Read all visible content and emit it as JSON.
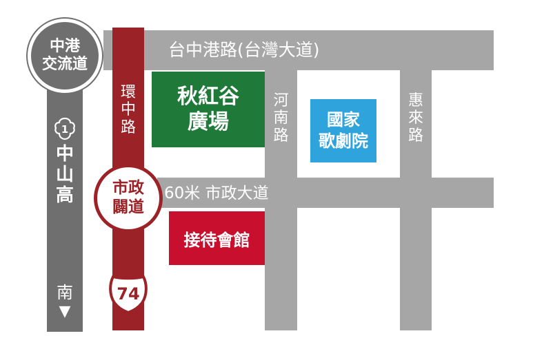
{
  "colors": {
    "road_gray": "#a6a6a6",
    "highway_dark": "#6f6f6f",
    "huanzhong_red": "#9b2226",
    "autumn_plaza_green": "#1f7a3a",
    "opera_blue": "#2fa3dc",
    "reception_red": "#c8102e"
  },
  "roads": {
    "taichung_port_road": "台中港路(台灣大道)",
    "huanzhong_road": [
      "環",
      "中",
      "路"
    ],
    "shizheng_avenue": "60米 市政大道",
    "he_nan_road": [
      "河",
      "南",
      "路"
    ],
    "hui_lai_road": [
      "惠",
      "來",
      "路"
    ],
    "zhongshan_freeway": [
      "中",
      "山",
      "高"
    ]
  },
  "landmarks": {
    "autumn_red_valley": [
      "秋紅谷",
      "廣場"
    ],
    "national_opera": [
      "國家",
      "歌劇院"
    ],
    "reception_hall": "接待會館"
  },
  "interchanges": {
    "port_interchange": [
      "中港",
      "交流道"
    ],
    "shizheng_exit": [
      "市政",
      "闢道"
    ]
  },
  "highway_shields": {
    "freeway_number": "1",
    "provincial_route_number": "74"
  },
  "direction": {
    "label": "南",
    "arrow": "▼"
  }
}
